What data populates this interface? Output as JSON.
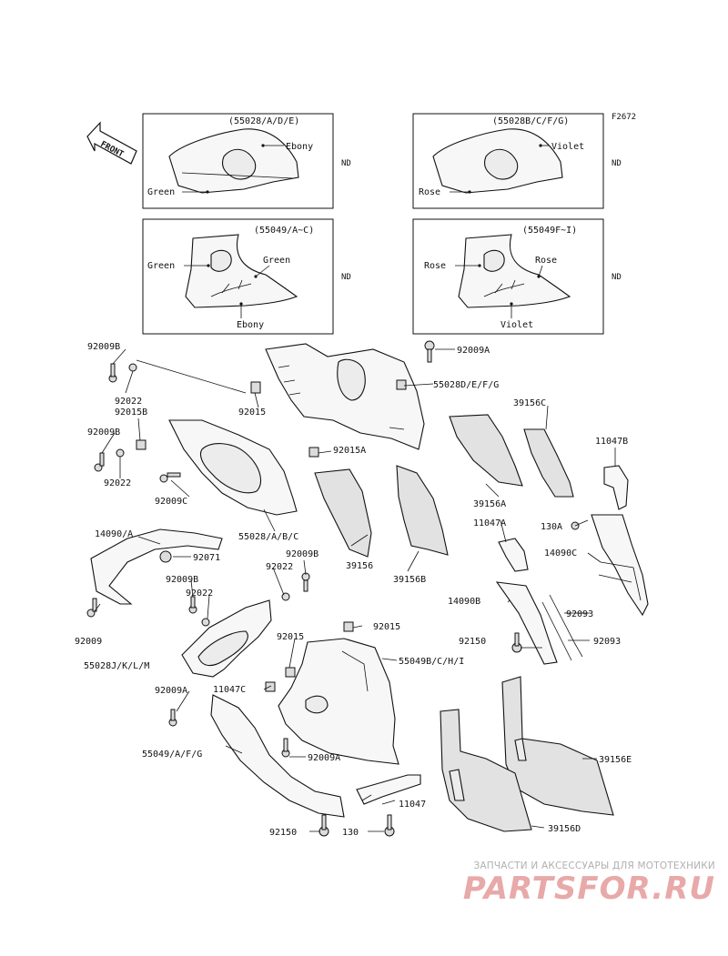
{
  "figure_code": "F2672",
  "front_arrow": "FRONT",
  "insets": [
    {
      "code": "(55028/A/D/E)",
      "labels": [
        "Ebony",
        "Green"
      ],
      "nd": "ND"
    },
    {
      "code": "(55028B/C/F/G)",
      "labels": [
        "Violet",
        "Rose"
      ],
      "nd": "ND"
    },
    {
      "code": "(55049/A~C)",
      "labels": [
        "Green",
        "Green",
        "Ebony"
      ],
      "nd": "ND"
    },
    {
      "code": "(55049F~I)",
      "labels": [
        "Rose",
        "Rose",
        "Violet"
      ],
      "nd": "ND"
    }
  ],
  "part_labels": [
    "92009B",
    "92022",
    "92015B",
    "92009B",
    "92022",
    "92009C",
    "92015",
    "92009A",
    "55028D/E/F/G",
    "92015A",
    "55028/A/B/C",
    "39156C",
    "39156A",
    "39156",
    "39156B",
    "11047B",
    "11047A",
    "130A",
    "14090C",
    "14090/A",
    "92071",
    "92009B",
    "92022",
    "92009B",
    "92022",
    "92009",
    "92015",
    "92015",
    "55028J/K/L/M",
    "55049B/C/H/I",
    "14090B",
    "92150",
    "92093",
    "92093",
    "92009A",
    "11047C",
    "55049/A/F/G",
    "92009A",
    "11047",
    "92150",
    "130",
    "39156E",
    "39156D"
  ],
  "watermark": {
    "line": "ЗАПЧАСТИ И АКСЕССУАРЫ ДЛЯ МОТОТЕХНИКИ",
    "logo": "PARTSFOR.RU"
  }
}
